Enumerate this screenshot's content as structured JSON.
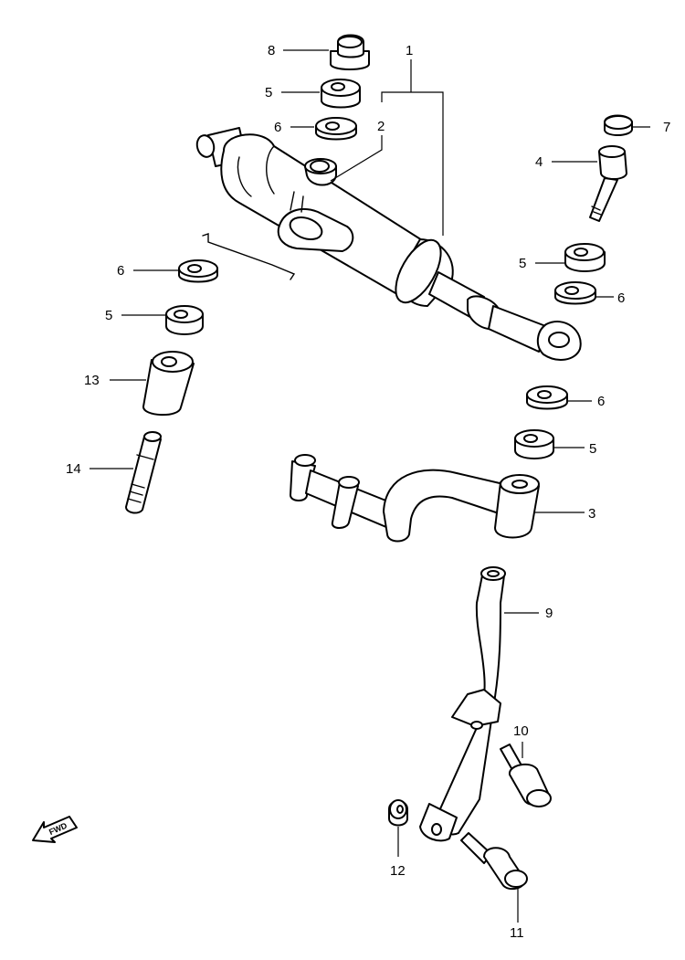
{
  "callouts": {
    "c1": "1",
    "c2": "2",
    "c3": "3",
    "c4": "4",
    "c5a": "5",
    "c5b": "5",
    "c5c": "5",
    "c5d": "5",
    "c6a": "6",
    "c6b": "6",
    "c6c": "6",
    "c6d": "6",
    "c7": "7",
    "c8": "8",
    "c9": "9",
    "c10": "10",
    "c11": "11",
    "c12": "12",
    "c13": "13",
    "c14": "14"
  },
  "fwd_marker": {
    "text": "FWD",
    "icon": "forward-arrow-icon"
  },
  "colors": {
    "line": "#000000",
    "background": "#ffffff"
  }
}
